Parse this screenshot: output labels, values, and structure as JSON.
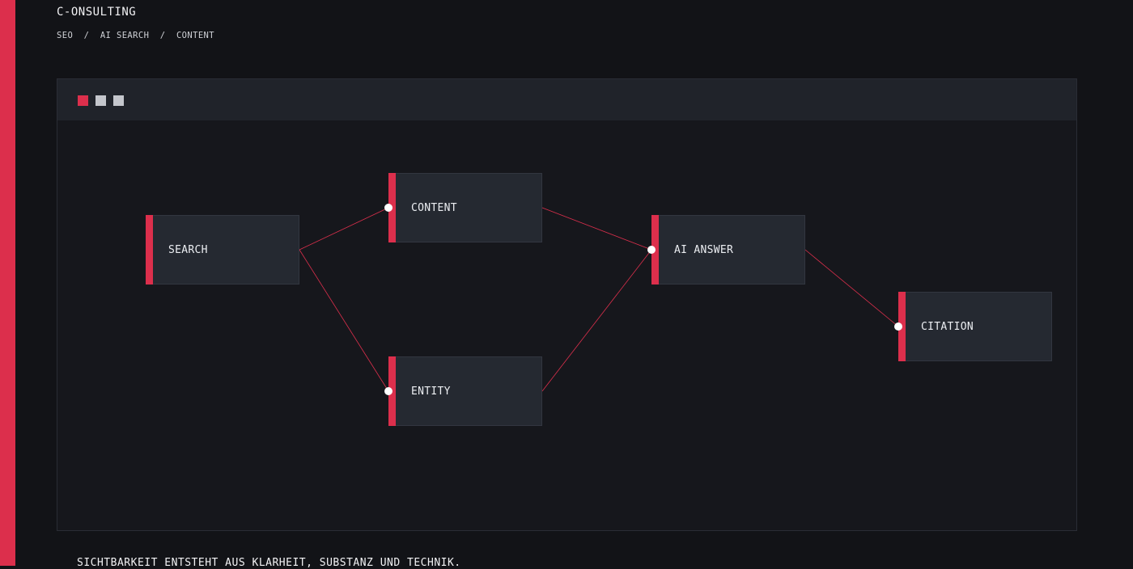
{
  "header": {
    "brand": "C-ONSULTING",
    "breadcrumb": [
      "SEO",
      "AI SEARCH",
      "CONTENT"
    ],
    "separator": "/"
  },
  "panel": {
    "window_dots": [
      "#dc2f4c",
      "#c4c6cc",
      "#c4c6cc"
    ]
  },
  "diagram": {
    "nodes": {
      "search": "SEARCH",
      "content": "CONTENT",
      "entity": "ENTITY",
      "ai_answer": "AI ANSWER",
      "citation": "CITATION"
    },
    "edges": [
      [
        "search",
        "content"
      ],
      [
        "search",
        "entity"
      ],
      [
        "content",
        "ai_answer"
      ],
      [
        "entity",
        "ai_answer"
      ],
      [
        "ai_answer",
        "citation"
      ]
    ],
    "accent_color": "#dc2f4c"
  },
  "footer": {
    "tagline": "SICHTBARKEIT ENTSTEHT AUS KLARHEIT, SUBSTANZ UND TECHNIK."
  }
}
